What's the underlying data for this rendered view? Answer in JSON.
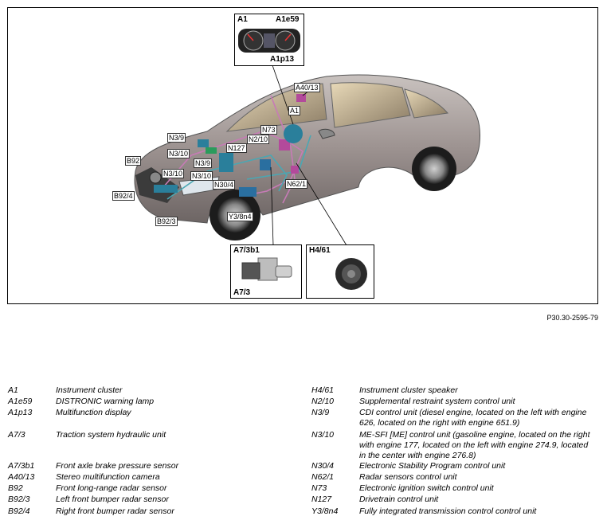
{
  "figure": {
    "callouts": {
      "a40_13": "A40/13",
      "a1": "A1",
      "n73": "N73",
      "n2_10": "N2/10",
      "n3_9_top": "N3/9",
      "n3_10_top": "N3/10",
      "n127": "N127",
      "n3_9_mid": "N3/9",
      "n3_10_mid": "N3/10",
      "n3_10_low": "N3/10",
      "n30_4": "N30/4",
      "b92": "B92",
      "b92_4": "B92/4",
      "b92_3": "B92/3",
      "y3_8n4": "Y3/8n4",
      "n62_1": "N62/1"
    },
    "inset_cluster": {
      "a1": "A1",
      "a1e59": "A1e59",
      "a1p13": "A1p13"
    },
    "inset_hydraulic": {
      "a7_3b1": "A7/3b1",
      "a7_3": "A7/3"
    },
    "inset_speaker": {
      "h4_61": "H4/61"
    },
    "reference": "P30.30-2595-79"
  },
  "legend_left": [
    {
      "code": "A1",
      "desc": "Instrument cluster"
    },
    {
      "code": "A1e59",
      "desc": "DISTRONIC warning lamp"
    },
    {
      "code": "A1p13",
      "desc": "Multifunction display"
    },
    {
      "code": "A7/3",
      "desc": "Traction system hydraulic unit"
    },
    {
      "code": "A7/3b1",
      "desc": "Front axle brake pressure sensor"
    },
    {
      "code": "A40/13",
      "desc": "Stereo multifunction camera"
    },
    {
      "code": "B92",
      "desc": "Front long-range radar sensor"
    },
    {
      "code": "B92/3",
      "desc": "Left front bumper radar sensor"
    },
    {
      "code": "B92/4",
      "desc": "Right front bumper radar sensor"
    }
  ],
  "legend_right": [
    {
      "code": "H4/61",
      "desc": "Instrument cluster speaker"
    },
    {
      "code": "N2/10",
      "desc": "Supplemental restraint system control unit"
    },
    {
      "code": "N3/9",
      "desc": "CDI control unit (diesel engine, located on the left with engine 626, located on the right with engine 651.9)"
    },
    {
      "code": "N3/10",
      "desc": "ME-SFI [ME] control unit (gasoline engine, located on the right with engine 177, located on the left with engine 274.9, located in the center with engine 276.8)"
    },
    {
      "code": "N30/4",
      "desc": "Electronic Stability Program control unit"
    },
    {
      "code": "N62/1",
      "desc": "Radar sensors control unit"
    },
    {
      "code": "N73",
      "desc": "Electronic ignition switch control unit"
    },
    {
      "code": "N127",
      "desc": "Drivetrain control unit"
    },
    {
      "code": "Y3/8n4",
      "desc": "Fully integrated transmission control control unit"
    }
  ],
  "colors": {
    "wiring_pink": "#c77bb6",
    "wiring_teal": "#4aa7b3",
    "car_body": "#9c9290"
  }
}
